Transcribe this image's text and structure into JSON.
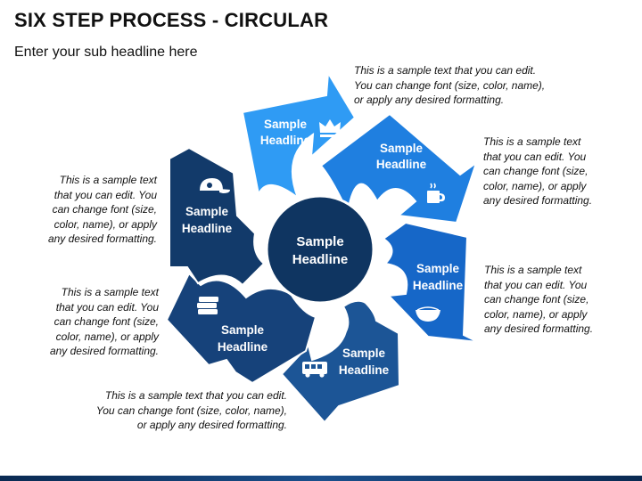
{
  "title": "SIX STEP PROCESS - CIRCULAR",
  "subtitle": "Enter your sub headline here",
  "center": {
    "line1": "Sample",
    "line2": "Headline"
  },
  "segments": [
    {
      "line1": "Sample",
      "line2": "Headline",
      "icon": "crown-icon",
      "color": "#2f9bf4"
    },
    {
      "line1": "Sample",
      "line2": "Headline",
      "icon": "coffee-cup-icon",
      "color": "#1f7fe0"
    },
    {
      "line1": "Sample",
      "line2": "Headline",
      "icon": "bowl-icon",
      "color": "#1667c8"
    },
    {
      "line1": "Sample",
      "line2": "Headline",
      "icon": "bus-icon",
      "color": "#1c5596"
    },
    {
      "line1": "Sample",
      "line2": "Headline",
      "icon": "books-icon",
      "color": "#16427a"
    },
    {
      "line1": "Sample",
      "line2": "Headline",
      "icon": "cap-icon",
      "color": "#123a6a"
    }
  ],
  "notes": {
    "top": [
      "This is a sample text that you can edit.",
      "You can change font (size, color, name),",
      "or apply any desired formatting."
    ],
    "right_upper": [
      "This is a sample text",
      "that you can edit. You",
      "can change font (size,",
      "color, name), or apply",
      "any desired formatting."
    ],
    "right_lower": [
      "This is a sample text",
      "that you can edit. You",
      "can change font (size,",
      "color, name), or apply",
      "any desired formatting."
    ],
    "bottom": [
      "This is a sample text that you can edit.",
      "You can change font (size, color, name),",
      "or apply any desired formatting."
    ],
    "left_lower": [
      "This is a sample text",
      "that you can edit. You",
      "can change font (size,",
      "color, name), or apply",
      "any desired formatting."
    ],
    "left_upper": [
      "This is a sample text",
      "that you can edit. You",
      "can change font (size,",
      "color, name), or apply",
      "any desired formatting."
    ]
  },
  "colors": {
    "center": "#0f3561",
    "bottom_bar": "#1a4f8c"
  }
}
